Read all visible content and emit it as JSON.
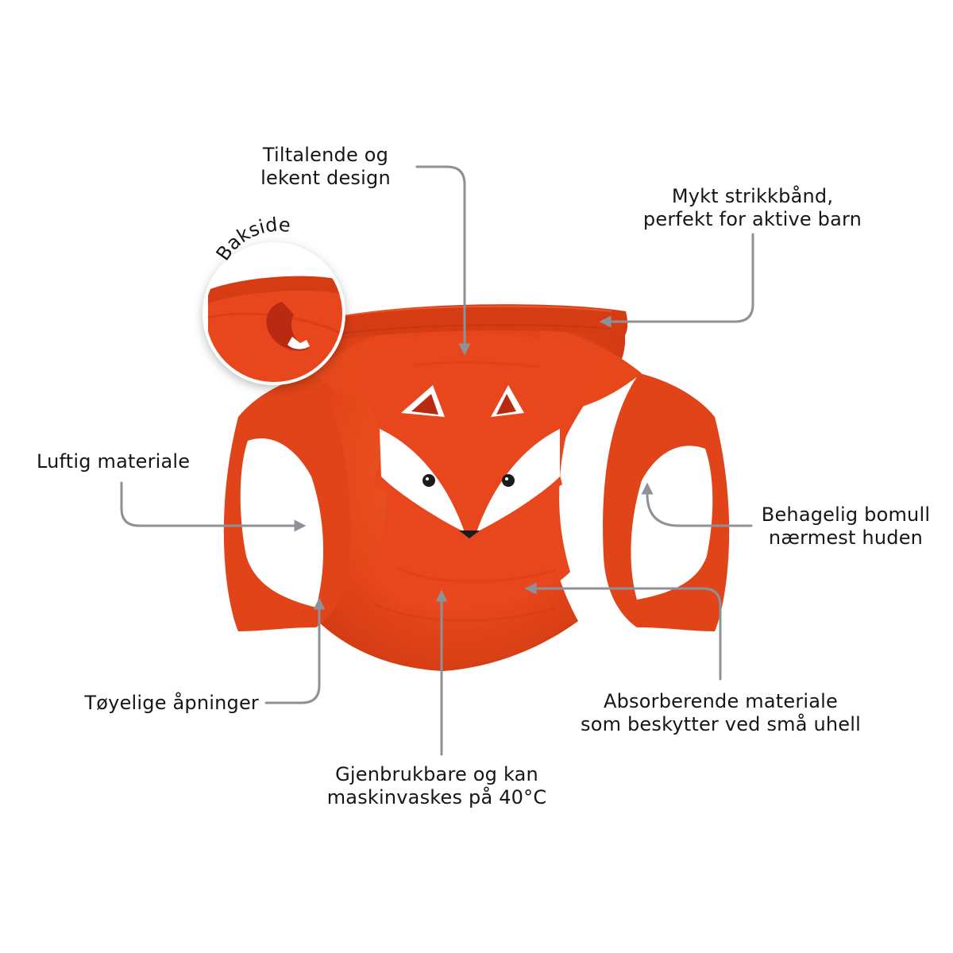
{
  "colors": {
    "fabric": "#e8471d",
    "fabric_dark": "#c93814",
    "fabric_light": "#f0612f",
    "lining": "#ffffff",
    "fox_white": "#ffffff",
    "fox_ear_inner": "#b82a12",
    "eye": "#1b1b1b",
    "callout_line": "#8e9197",
    "text": "#161616"
  },
  "inset": {
    "label": "Bakside",
    "icon": "fox-tail-icon"
  },
  "callouts": [
    {
      "id": "design",
      "lines": [
        "Tiltalende og",
        "lekent design"
      ]
    },
    {
      "id": "waistband",
      "lines": [
        "Mykt strikkbånd,",
        "perfekt for aktive barn"
      ]
    },
    {
      "id": "breathable",
      "lines": [
        "Luftig materiale"
      ]
    },
    {
      "id": "cotton",
      "lines": [
        "Behagelig bomull",
        "nærmest huden"
      ]
    },
    {
      "id": "openings",
      "lines": [
        "Tøyelige åpninger"
      ]
    },
    {
      "id": "absorbent",
      "lines": [
        "Absorberende materiale",
        "som beskytter ved små uhell"
      ]
    },
    {
      "id": "reusable",
      "lines": [
        "Gjenbrukbare og kan",
        "maskinvaskes på 40°C"
      ]
    }
  ]
}
